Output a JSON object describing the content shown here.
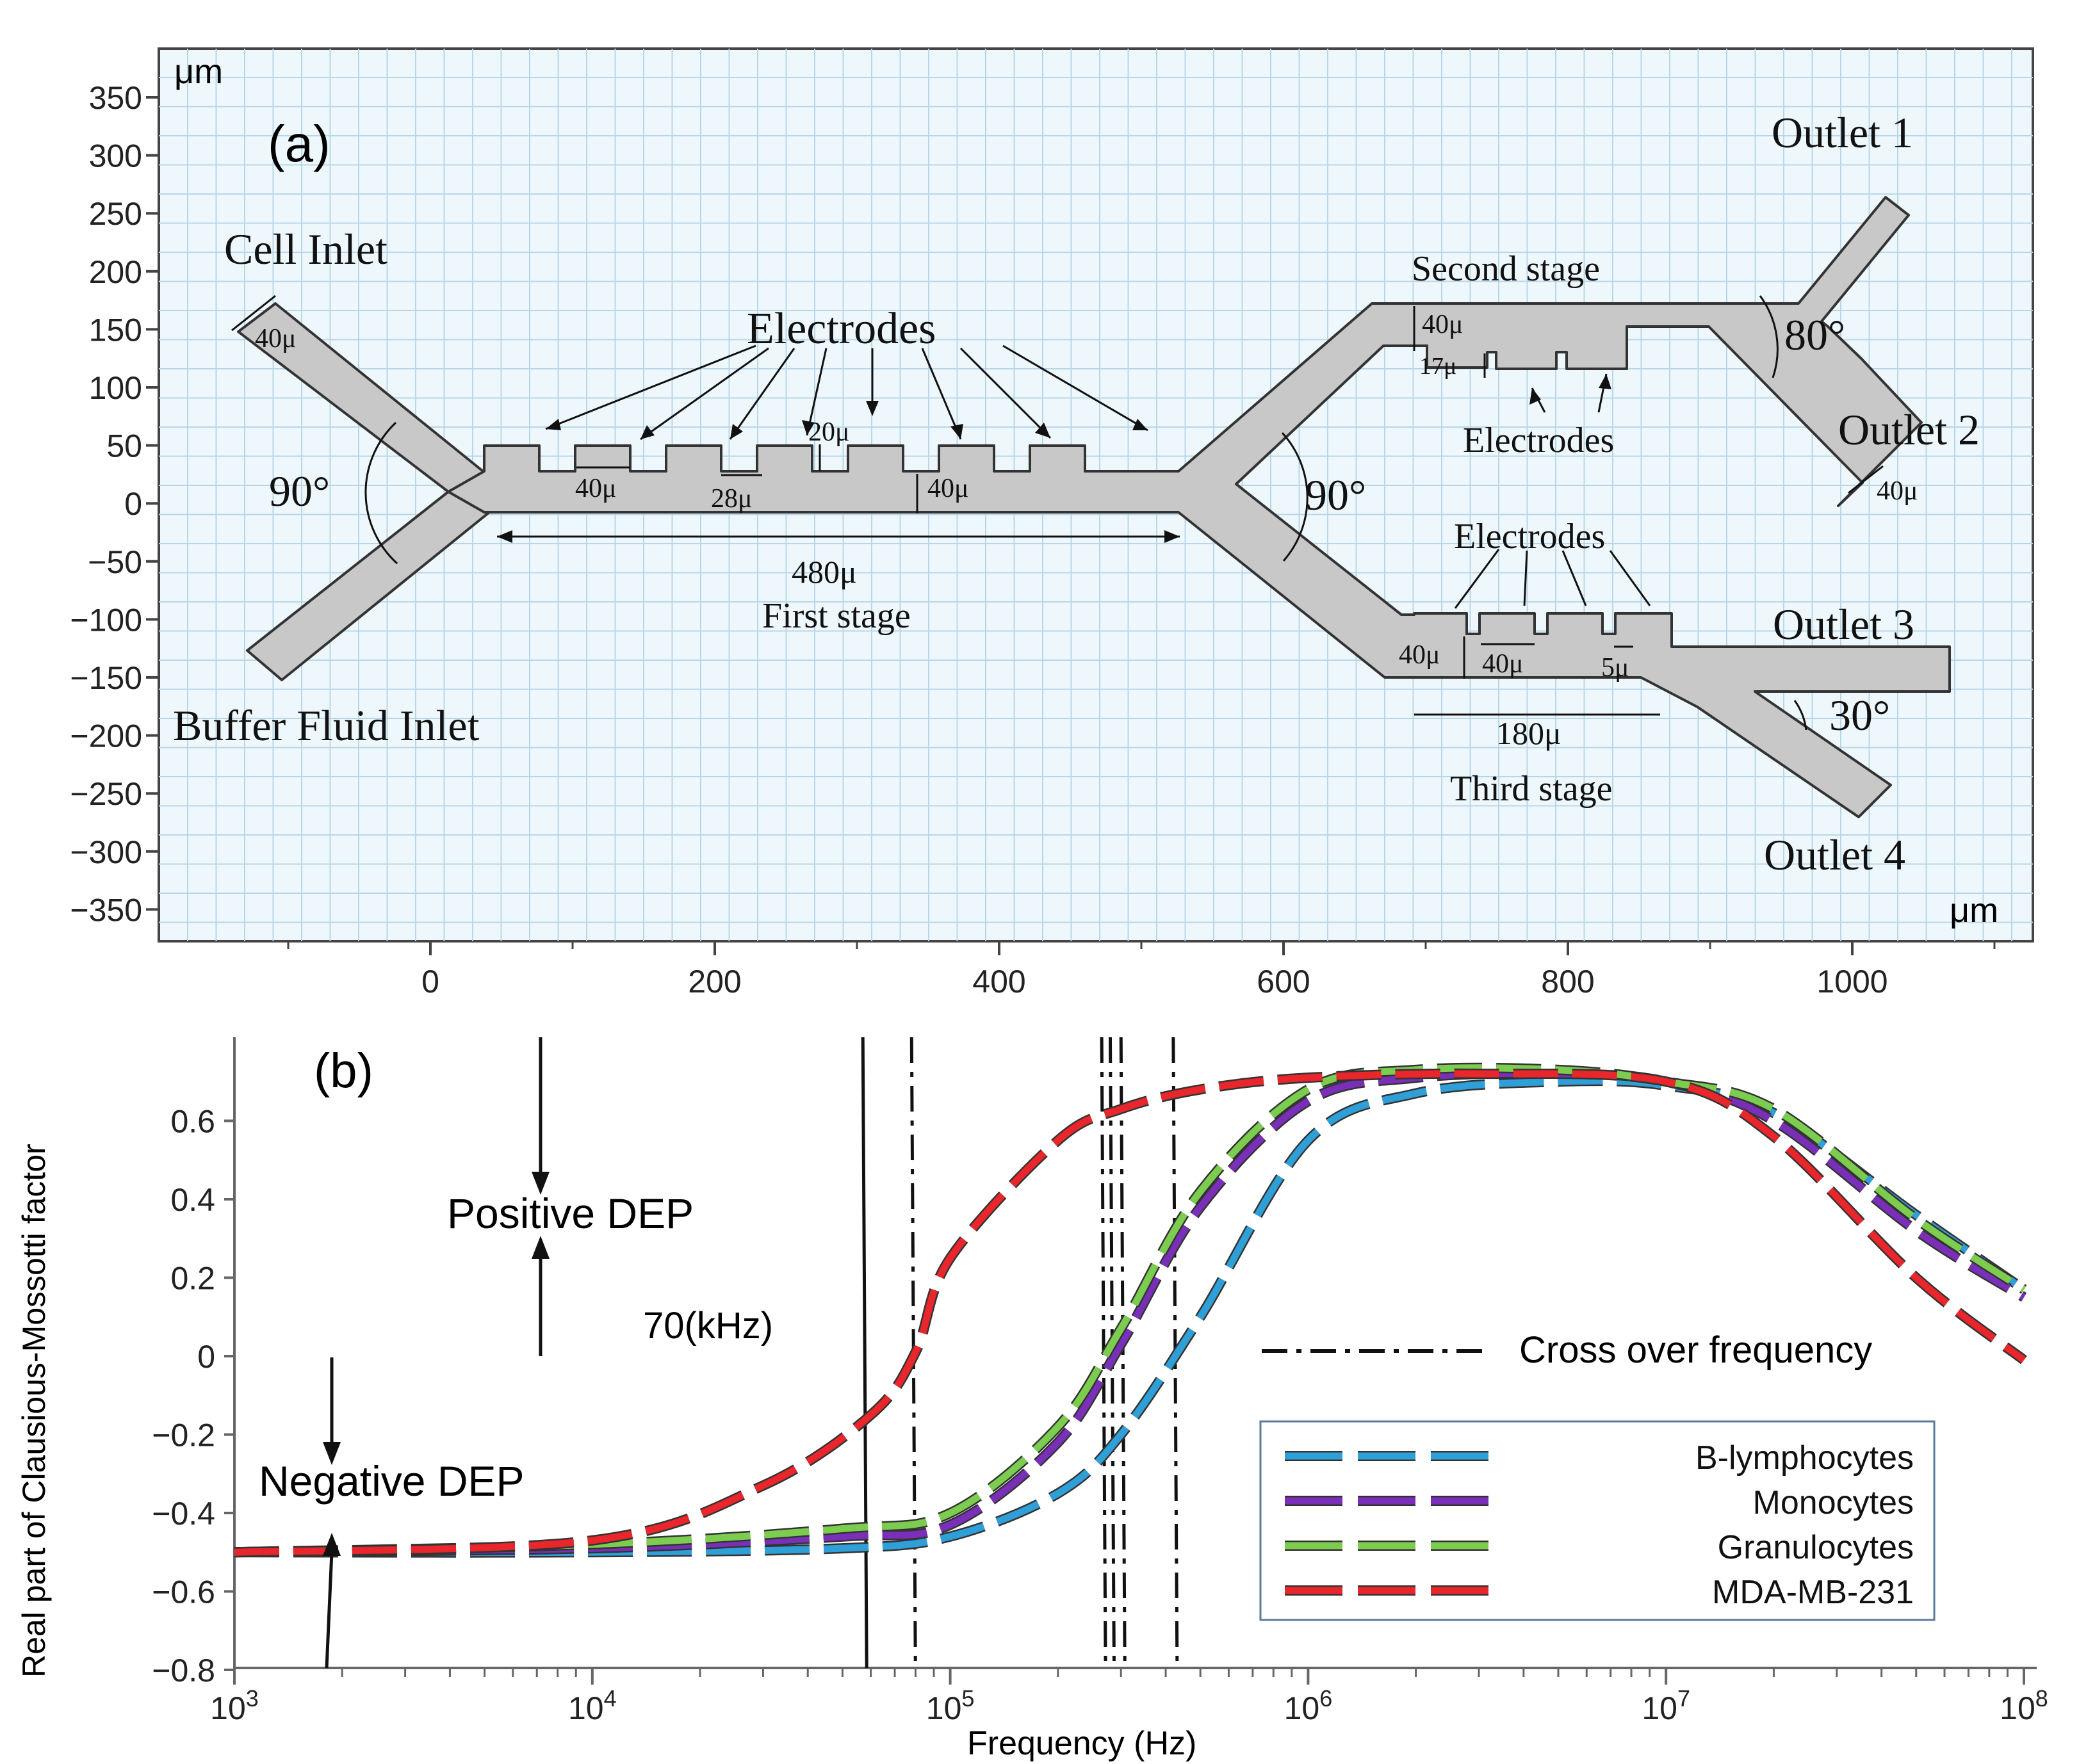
{
  "panel_a": {
    "label": "(a)",
    "unit_top": "μm",
    "unit_right": "μm",
    "x_ticks": [
      "0",
      "200",
      "400",
      "600",
      "800",
      "1000"
    ],
    "y_ticks": [
      "350",
      "300",
      "250",
      "200",
      "150",
      "100",
      "50",
      "0",
      "−50",
      "−100",
      "−150",
      "−200",
      "−250",
      "−300",
      "−350"
    ],
    "labels": {
      "cell_inlet": "Cell Inlet",
      "buffer_inlet": "Buffer Fluid Inlet",
      "electrodes_main": "Electrodes",
      "electrodes_second": "Electrodes",
      "electrodes_third": "Electrodes",
      "first_stage": "First stage",
      "second_stage": "Second stage",
      "third_stage": "Third stage",
      "outlet1": "Outlet 1",
      "outlet2": "Outlet 2",
      "outlet3": "Outlet 3",
      "outlet4": "Outlet 4",
      "angle_inlet": "90°",
      "angle_mid": "90°",
      "angle_out12": "80°",
      "angle_out34": "30°",
      "dim_inlet_width": "40μ",
      "dim_electrode_w": "40μ",
      "dim_gap": "28μ",
      "dim_electrode_h": "20μ",
      "dim_channel_w": "40μ",
      "dim_first_len": "480μ",
      "dim_second_w": "40μ",
      "dim_second_h": "17μ",
      "dim_outlet2_w": "40μ",
      "dim_third_w": "40μ",
      "dim_third_e": "40μ",
      "dim_third_gap": "5μ",
      "dim_third_len": "180μ"
    }
  },
  "panel_b": {
    "label": "(b)",
    "ylabel": "Real part of Clausious-Mossotti factor",
    "xlabel": "Frequency (Hz)",
    "y_ticks": [
      "0.6",
      "0.4",
      "0.2",
      "0",
      "−0.2",
      "−0.4",
      "−0.6",
      "−0.8"
    ],
    "x_ticks": [
      {
        "base": "10",
        "exp": "3"
      },
      {
        "base": "10",
        "exp": "4"
      },
      {
        "base": "10",
        "exp": "5"
      },
      {
        "base": "10",
        "exp": "6"
      },
      {
        "base": "10",
        "exp": "7"
      },
      {
        "base": "10",
        "exp": "8"
      }
    ],
    "positive_dep": "Positive DEP",
    "negative_dep": "Negative DEP",
    "khz_label": "70(kHz)",
    "crossover_label": "Cross over frequency",
    "legend": [
      "B-lymphocytes",
      "Monocytes",
      "Granulocytes",
      "MDA-MB-231"
    ]
  },
  "chart_data": {
    "type": "line",
    "title": "",
    "xlabel": "Frequency (Hz)",
    "ylabel": "Real part of Clausious-Mossotti factor",
    "xscale": "log",
    "xlim": [
      1000,
      100000000
    ],
    "ylim": [
      -0.8,
      0.75
    ],
    "grid": false,
    "legend_position": "bottom-right",
    "series": [
      {
        "name": "B-lymphocytes",
        "color": "#2f9fd8",
        "x": [
          1000,
          10000,
          50000,
          100000,
          200000,
          300000,
          500000,
          1000000,
          2000000,
          5000000,
          10000000,
          20000000,
          50000000,
          100000000
        ],
        "y": [
          -0.5,
          -0.5,
          -0.49,
          -0.46,
          -0.35,
          -0.2,
          0.1,
          0.55,
          0.67,
          0.7,
          0.69,
          0.62,
          0.36,
          0.17
        ]
      },
      {
        "name": "Monocytes",
        "color": "#7a2fb8",
        "x": [
          1000,
          10000,
          50000,
          100000,
          200000,
          300000,
          500000,
          1000000,
          2000000,
          5000000,
          10000000,
          20000000,
          50000000,
          100000000
        ],
        "y": [
          -0.5,
          -0.49,
          -0.46,
          -0.43,
          -0.22,
          0.03,
          0.38,
          0.65,
          0.71,
          0.72,
          0.7,
          0.6,
          0.32,
          0.15
        ]
      },
      {
        "name": "Granulocytes",
        "color": "#7ccd4f",
        "x": [
          1000,
          10000,
          50000,
          100000,
          200000,
          300000,
          500000,
          1000000,
          2000000,
          5000000,
          10000000,
          20000000,
          50000000,
          100000000
        ],
        "y": [
          -0.5,
          -0.48,
          -0.44,
          -0.4,
          -0.18,
          0.07,
          0.42,
          0.68,
          0.73,
          0.73,
          0.7,
          0.63,
          0.35,
          0.17
        ]
      },
      {
        "name": "MDA-MB-231",
        "color": "#e8262b",
        "x": [
          1000,
          10000,
          30000,
          60000,
          80000,
          100000,
          200000,
          300000,
          500000,
          1000000,
          3000000,
          10000000,
          20000000,
          50000000,
          100000000
        ],
        "y": [
          -0.5,
          -0.47,
          -0.33,
          -0.15,
          0.01,
          0.25,
          0.55,
          0.63,
          0.68,
          0.71,
          0.72,
          0.7,
          0.56,
          0.2,
          -0.01
        ]
      }
    ],
    "vertical_lines": [
      {
        "x": 57000,
        "style": "solid",
        "label": "70(kHz)"
      },
      {
        "x": 78000,
        "style": "dashdot"
      },
      {
        "x": 265000,
        "style": "dashdot"
      },
      {
        "x": 280000,
        "style": "dashdot"
      },
      {
        "x": 300000,
        "style": "dashdot"
      },
      {
        "x": 420000,
        "style": "dashdot"
      }
    ]
  }
}
